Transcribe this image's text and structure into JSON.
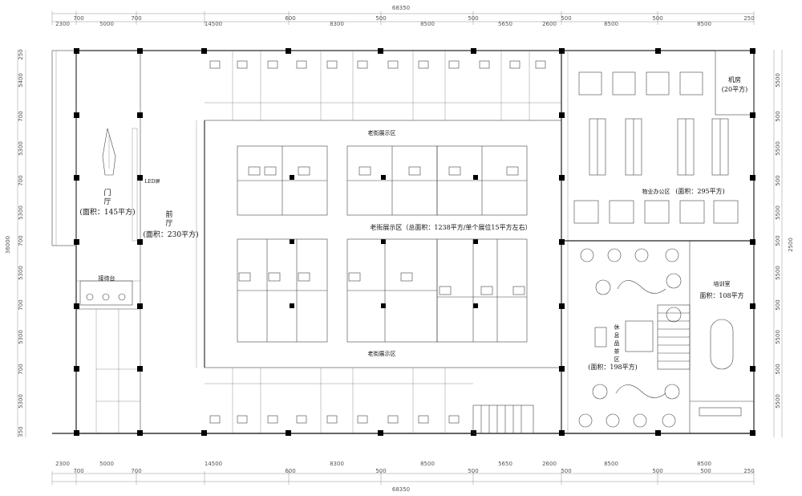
{
  "dimensions": {
    "total": "68350",
    "top_row": [
      "2300",
      "700",
      "5000",
      "700",
      "14500",
      "600",
      "8300",
      "500",
      "8500",
      "500",
      "5650",
      "2600",
      "500",
      "8500",
      "500",
      "8500",
      "250"
    ],
    "bottom_row": [
      "2300",
      "5000",
      "14500",
      "8300",
      "8500",
      "5650",
      "2600",
      "8500",
      "8500"
    ],
    "bottom_sub": [
      "700",
      "700",
      "600",
      "500",
      "500",
      "500",
      "500",
      "500",
      "250"
    ],
    "left_col": [
      "250",
      "5400",
      "700",
      "5300",
      "700",
      "5300",
      "700",
      "5300",
      "700",
      "5300",
      "700",
      "5300",
      "350"
    ],
    "left_total": "36000",
    "right_col": [
      "5500",
      "500",
      "5500",
      "500",
      "5500",
      "500",
      "5500",
      "500",
      "5500",
      "500",
      "5500"
    ],
    "right_total": "2500"
  },
  "rooms": {
    "lobby_a": "门",
    "lobby_b": "厅",
    "lobby_area": "(面积：145平方)",
    "foyer_a": "前",
    "foyer_b": "厅",
    "foyer_area": "(面积：230平方)",
    "reception": "接待台",
    "led": "LED屏",
    "exhibit_top": "老街展示区",
    "exhibit_mid": "老街展示区（总面积：1238平方/单个展位15平方左右）",
    "exhibit_bottom": "老街展示区",
    "machine_room": "机房",
    "machine_area": "(20平方)",
    "office": "物业办公区",
    "office_area": "(面积：295平方)",
    "training": "培训室",
    "training_area": "面积：108平方",
    "lounge_chars": [
      "休",
      "息",
      "品",
      "茶",
      "区"
    ],
    "lounge_area": "(面积：198平方)"
  }
}
